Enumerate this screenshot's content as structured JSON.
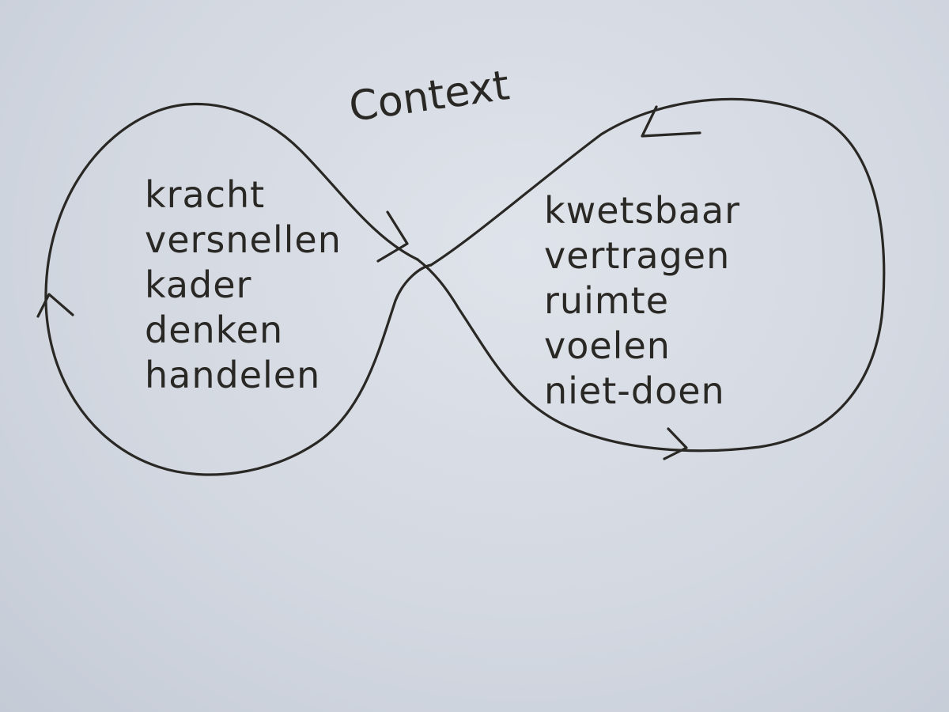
{
  "title": "Context",
  "left_words": [
    "kracht",
    "versnellen",
    "kader",
    "denken",
    "handelen"
  ],
  "right_words": [
    "kwetsbaar",
    "vertragen",
    "ruimte",
    "voelen",
    "niet-doen"
  ],
  "colors": {
    "ink": "#2a2824",
    "paper": "#d7dbe3"
  }
}
